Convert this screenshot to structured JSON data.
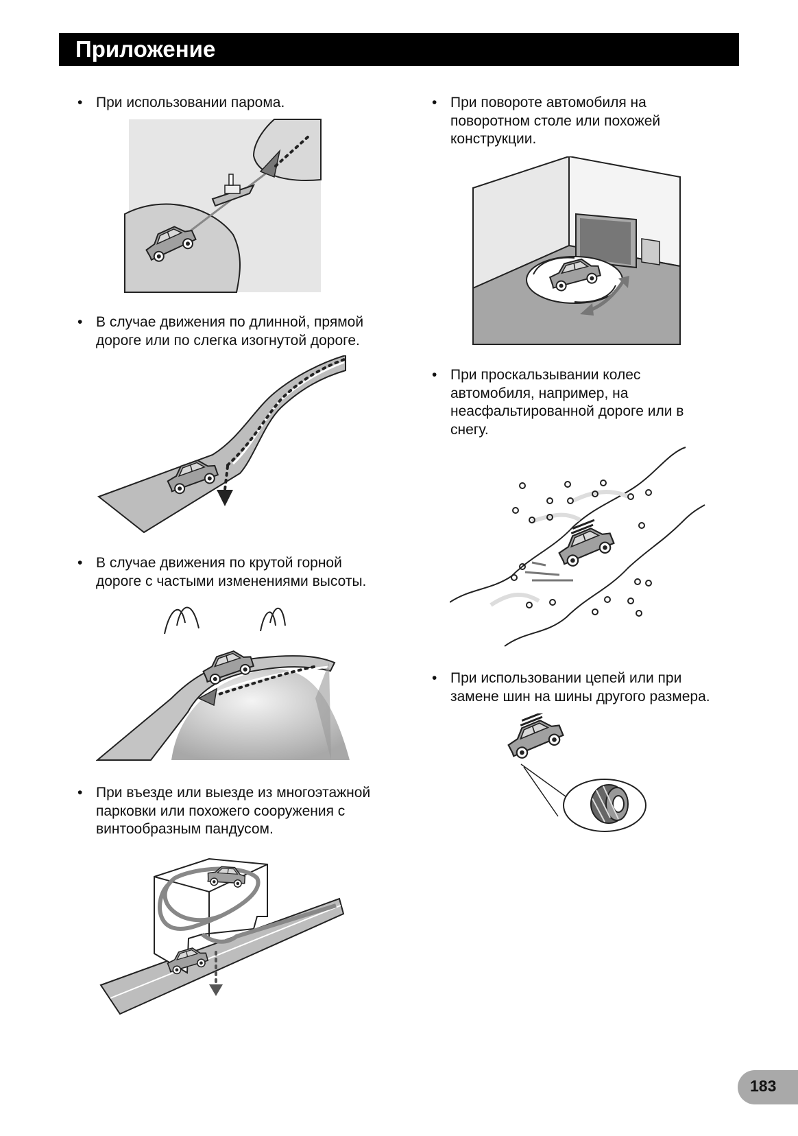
{
  "header": {
    "title": "Приложение"
  },
  "items": [
    {
      "bullet": "•",
      "lines": [
        "При использовании парома."
      ],
      "illustration": "ferry-illustration"
    },
    {
      "bullet": "•",
      "lines": [
        "В случае движения по длинной, прямой",
        "дороге или по слегка изогнутой дороге."
      ],
      "illustration": "long-road-illustration"
    },
    {
      "bullet": "•",
      "lines": [
        "В случае движения по крутой горной",
        "дороге с частыми изменениями высоты."
      ],
      "illustration": "mountain-road-illustration"
    },
    {
      "bullet": "•",
      "lines": [
        "При въезде или выезде из многоэтажной",
        "парковки или похожего сооружения с",
        "винтообразным пандусом."
      ],
      "illustration": "parking-ramp-illustration"
    },
    {
      "bullet": "•",
      "lines": [
        "При повороте автомобиля на",
        "поворотном столе или похожей",
        "конструкции."
      ],
      "illustration": "turntable-illustration"
    },
    {
      "bullet": "•",
      "lines": [
        "При проскальзывании колес",
        "автомобиля, например, на",
        "неасфальтированной дороге или в",
        "снегу."
      ],
      "illustration": "snow-road-illustration"
    },
    {
      "bullet": "•",
      "lines": [
        "При использовании цепей или при",
        "замене шин на шины другого размера."
      ],
      "illustration": "tire-chains-illustration"
    }
  ],
  "footer": {
    "page_number": "183"
  }
}
